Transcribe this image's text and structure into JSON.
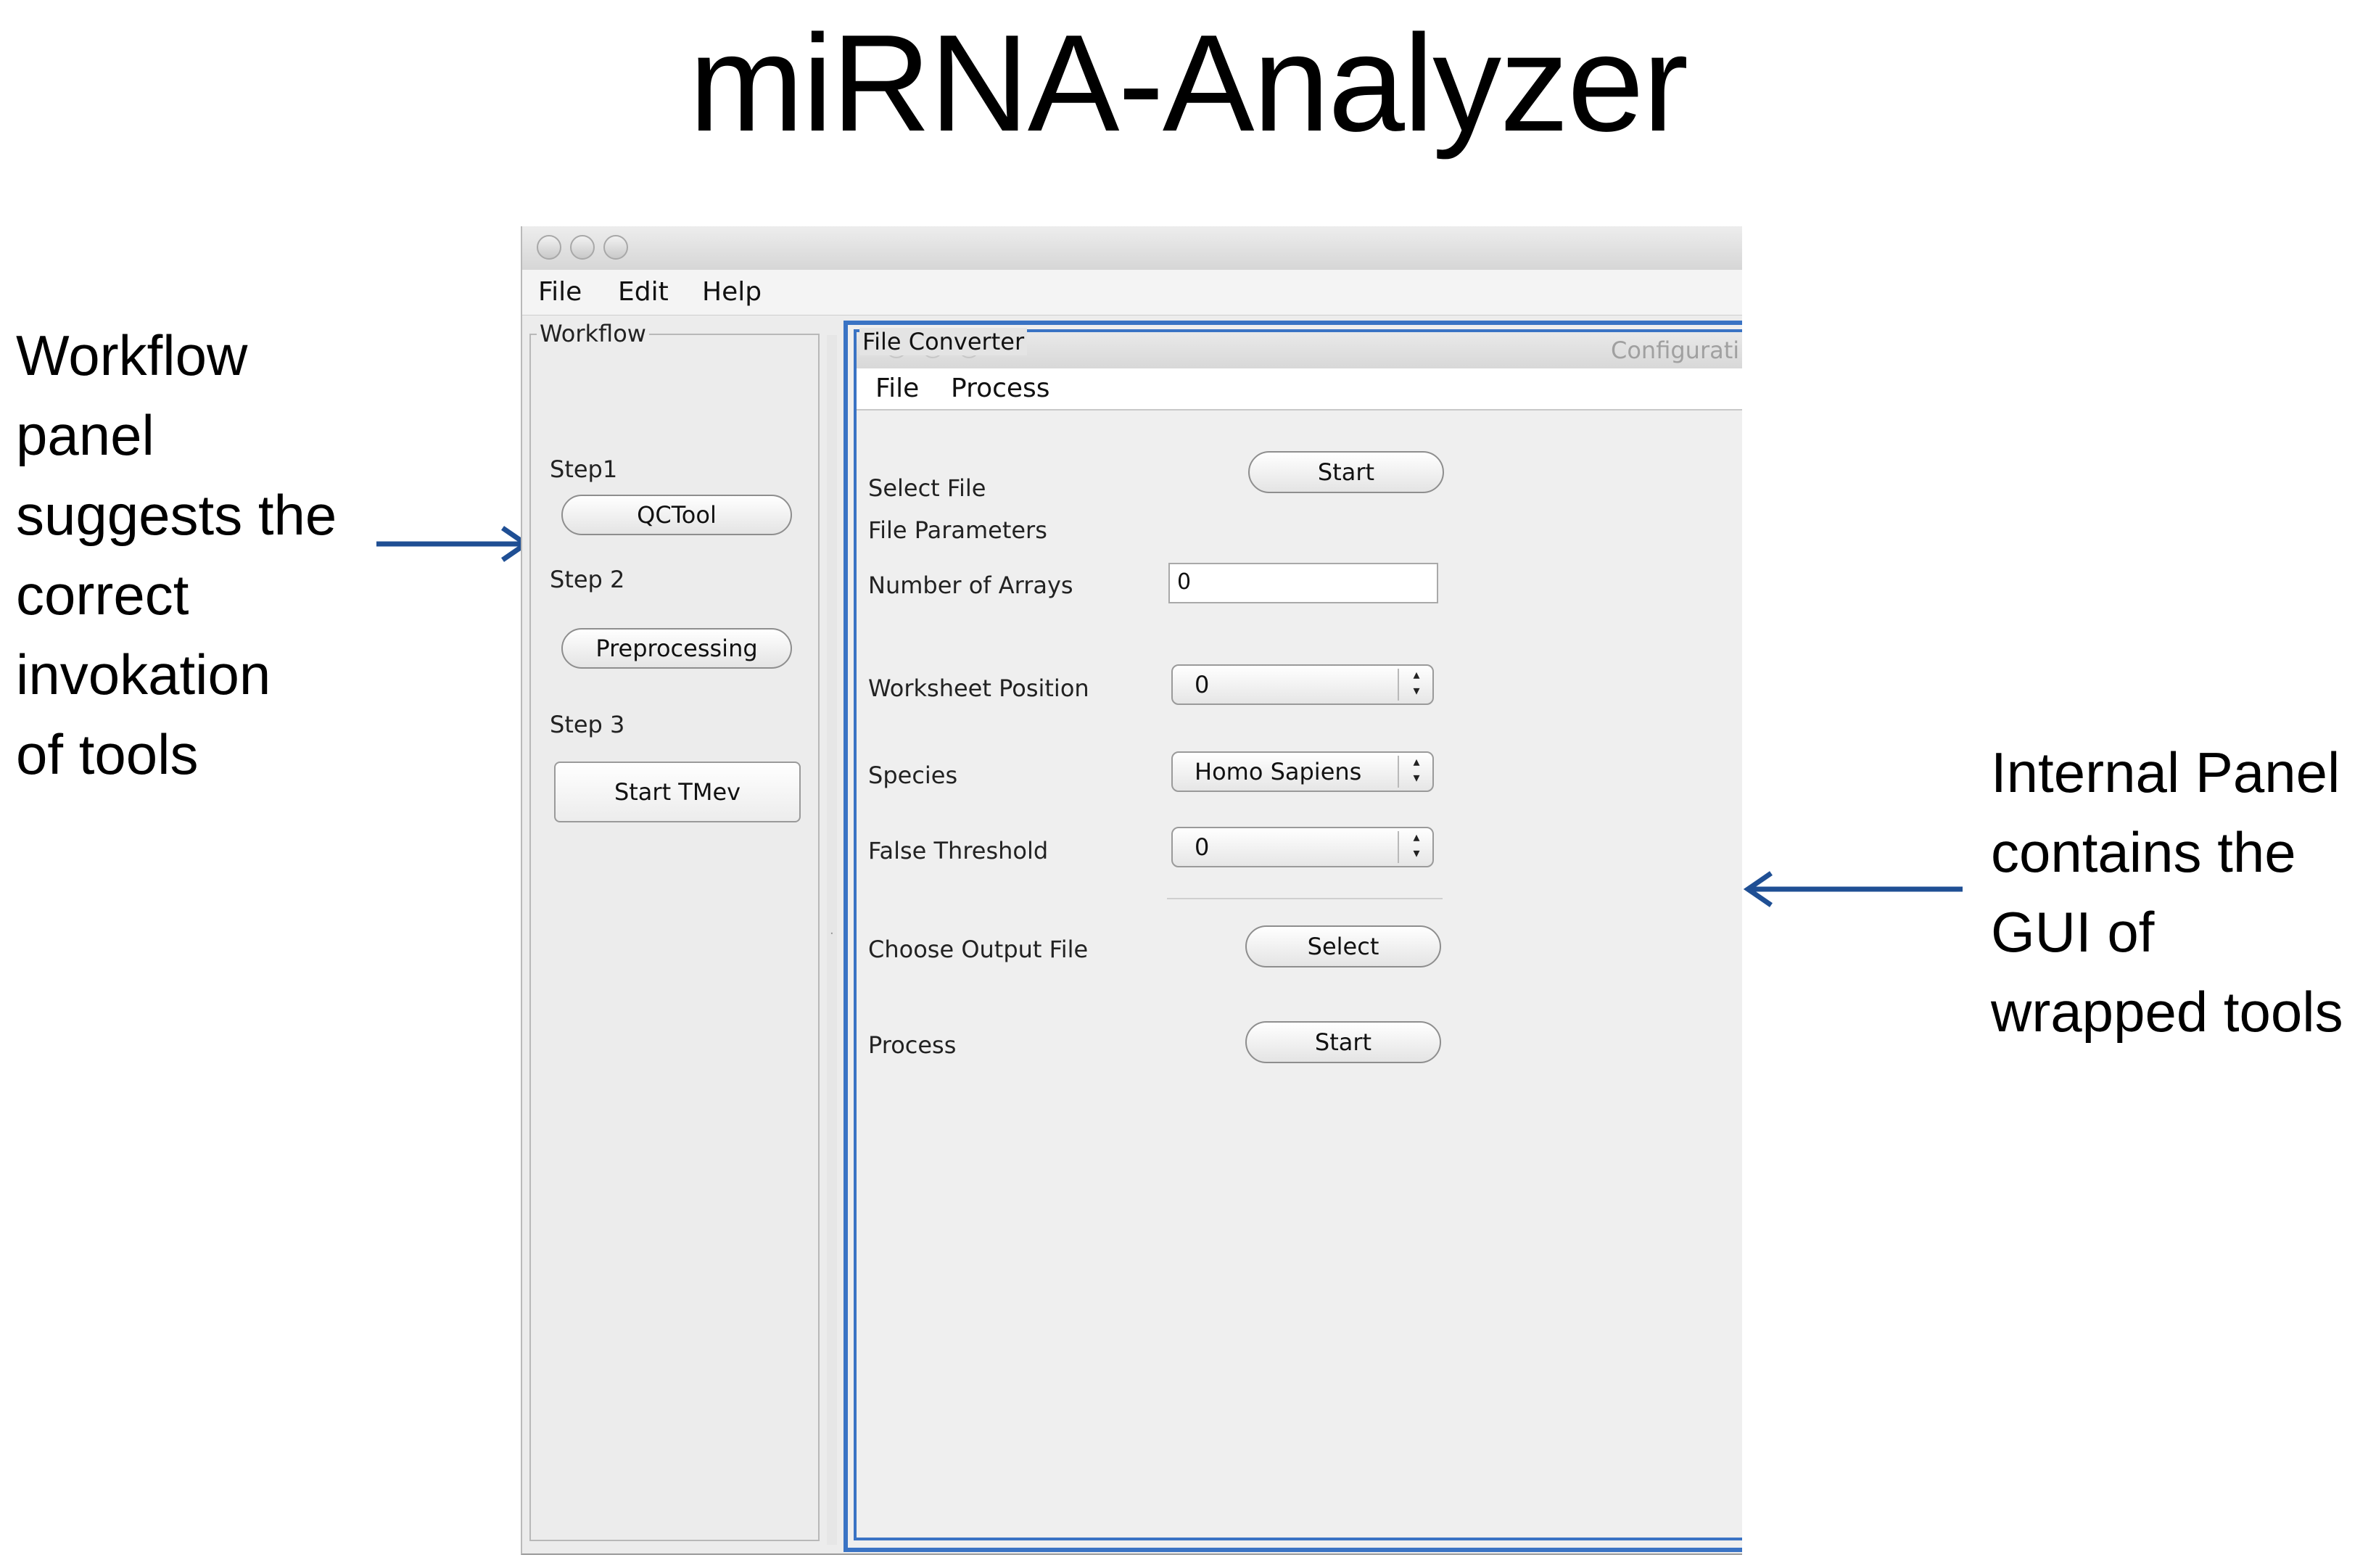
{
  "slide": {
    "title": "miRNA-Analyzer",
    "left_note": [
      "Workflow",
      "panel",
      "suggests the",
      "correct",
      "invokation",
      "of tools"
    ],
    "right_note": [
      "Internal Panel",
      "contains the",
      "GUI of",
      "wrapped tools"
    ]
  },
  "window": {
    "menu": [
      "File",
      "Edit",
      "Help"
    ],
    "workflow": {
      "title": "Workflow",
      "step1_label": "Step1",
      "step1_button": "QCTool",
      "step2_label": "Step 2",
      "step2_button": "Preprocessing",
      "step3_label": "Step 3",
      "step3_button": "Start TMev"
    },
    "internal": {
      "title": "File Converter",
      "faded_title": "Configurati",
      "menu": [
        "File",
        "Process"
      ],
      "select_file_label": "Select File",
      "select_file_button": "Start",
      "file_parameters_label": "File Parameters",
      "number_of_arrays_label": "Number of Arrays",
      "number_of_arrays_value": "0",
      "worksheet_position_label": "Worksheet Position",
      "worksheet_position_value": "0",
      "species_label": "Species",
      "species_value": "Homo Sapiens",
      "false_threshold_label": "False Threshold",
      "false_threshold_value": "0",
      "choose_output_label": "Choose Output File",
      "choose_output_button": "Select",
      "process_label": "Process",
      "process_button": "Start"
    }
  },
  "colors": {
    "arrow": "#1f4f94",
    "panel_border": "#3a73c4"
  },
  "icons": {
    "arrow_left_note": "arrow-right-icon",
    "arrow_right_note": "arrow-left-icon",
    "combo": "up-down-arrows-icon"
  }
}
